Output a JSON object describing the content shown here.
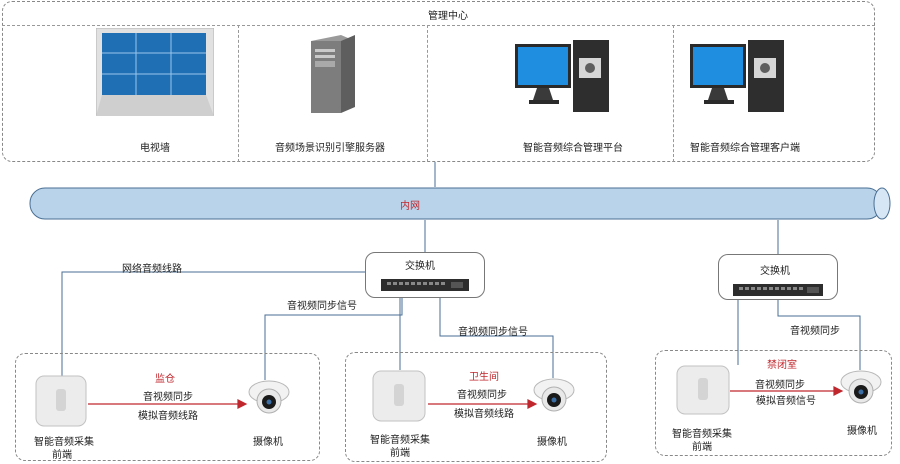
{
  "colors": {
    "accent_red": "#c0272d",
    "pipe_fill": "#b9d3ea",
    "line": "#4a6f94",
    "arrow": "#c0272d"
  },
  "center": {
    "title": "管理中心",
    "video_wall": "电视墙",
    "audio_server": "音频场景识别引擎服务器",
    "platform": "智能音频综合管理平台",
    "client": "智能音频综合管理客户端"
  },
  "network": {
    "label": "内网"
  },
  "left_switch": {
    "label": "交换机",
    "net_audio_line": "网络音频线路",
    "av_sync_left": "音视频同步信号",
    "av_sync_right": "音视频同步信号"
  },
  "right_switch": {
    "label": "交换机",
    "av_sync": "音视频同步"
  },
  "zones": [
    {
      "title": "监仓",
      "line1": "音视频同步",
      "line2": "模拟音频线路",
      "device": "智能音频采集",
      "device2": "前端",
      "camera": "摄像机"
    },
    {
      "title": "卫生间",
      "line1": "音视频同步",
      "line2": "模拟音频线路",
      "device": "智能音频采集",
      "device2": "前端",
      "camera": "摄像机"
    },
    {
      "title": "禁闭室",
      "line1": "音视频同步",
      "line2": "模拟音频信号",
      "device": "智能音频采集",
      "device2": "前端",
      "camera": "摄像机"
    }
  ],
  "icons": [
    "video-wall-icon",
    "server-icon",
    "computer-icon",
    "switch-icon",
    "camera-icon",
    "audio-collector-icon"
  ]
}
